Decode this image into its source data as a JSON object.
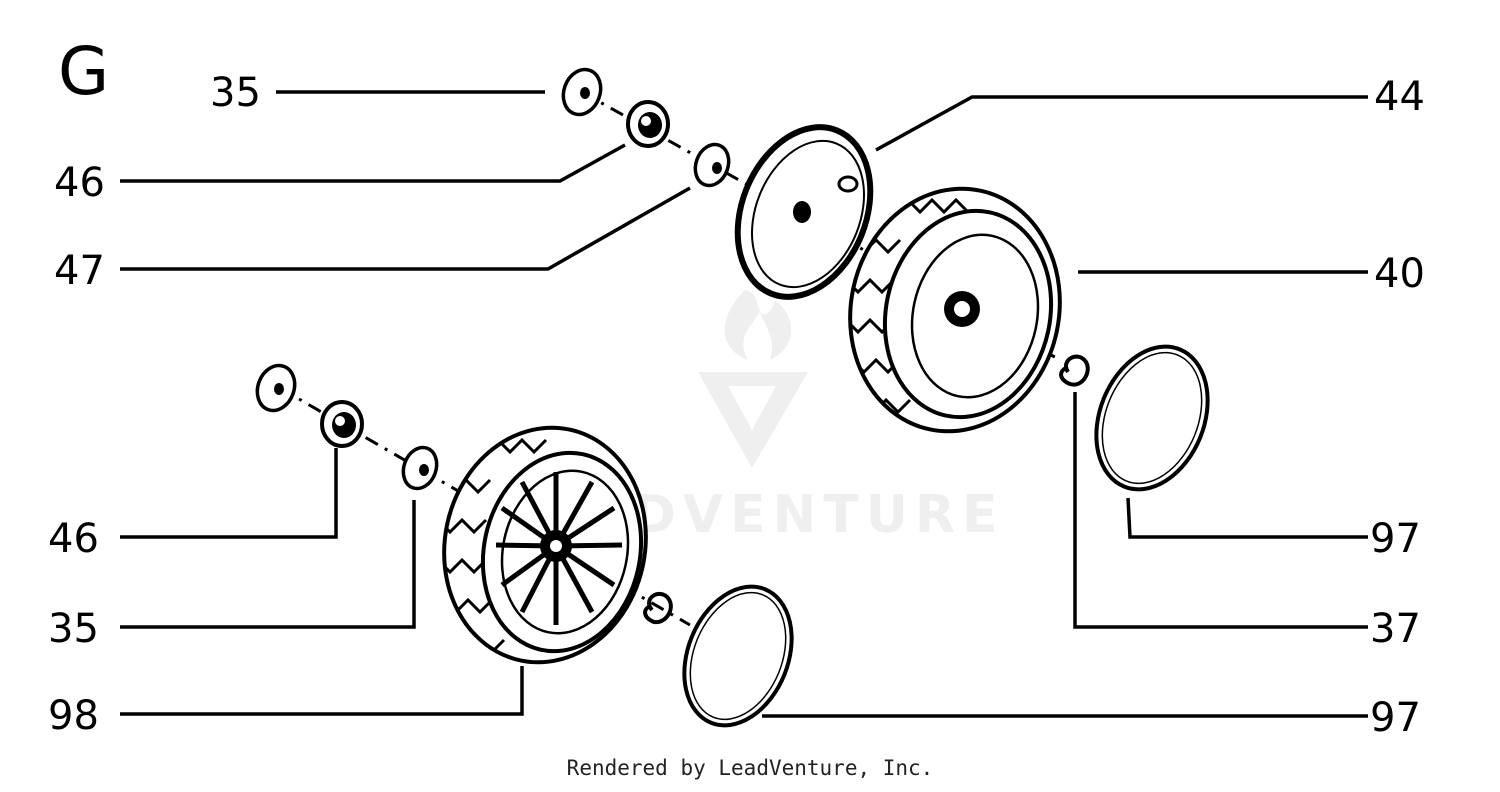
{
  "diagram": {
    "section_letter": "G",
    "callouts": {
      "c35_top": "35",
      "c46_top": "46",
      "c47": "47",
      "c44": "44",
      "c40": "40",
      "c97_right": "97",
      "c37": "37",
      "c97_bottom": "97",
      "c46_bottom": "46",
      "c35_bottom": "35",
      "c98": "98"
    },
    "watermark": "ADVENTURE"
  },
  "footer": {
    "credit": "Rendered by LeadVenture, Inc."
  }
}
